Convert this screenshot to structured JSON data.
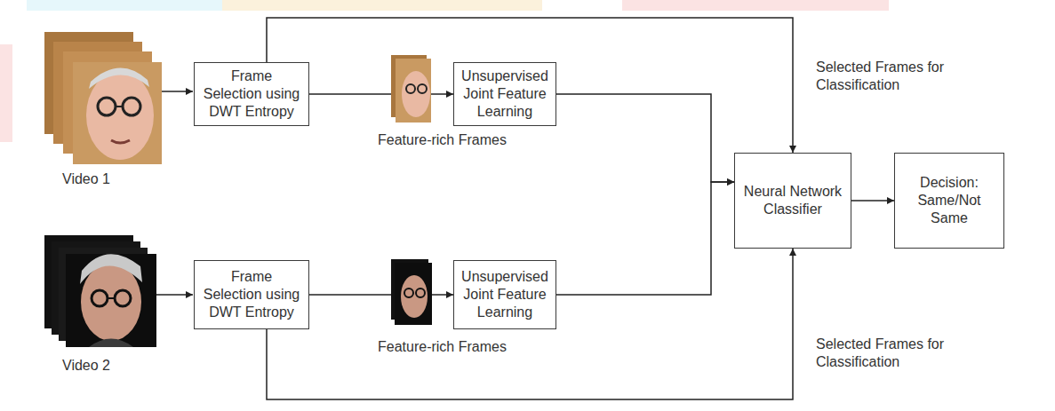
{
  "diagram": {
    "nodes": [
      {
        "text": [
          "Frame Selection using DWT Entropy"
        ]
      },
      {
        "text": [
          "Unsupervised Joint Feature Learning"
        ]
      },
      {
        "text": [
          "Neural Network Classifier"
        ]
      },
      {
        "text": [
          "Decision: Same/Not Same"
        ]
      },
      {
        "text": [
          "Frame Selection using DWT Entropy"
        ]
      },
      {
        "text": [
          "Unsupervised Joint Feature Learning"
        ]
      }
    ],
    "edges": [
      {
        "from": 0,
        "to": 1,
        "arrow": "to"
      },
      {
        "from": 1,
        "to": 2,
        "arrow": "to"
      },
      {
        "from": 0,
        "to": 2,
        "arrow": "to",
        "label": "Selected Frames for Classification"
      },
      {
        "from": 4,
        "to": 5,
        "arrow": "to"
      },
      {
        "from": 5,
        "to": 2,
        "arrow": "to"
      },
      {
        "from": 4,
        "to": 2,
        "arrow": "to",
        "label": "Selected Frames for Classification"
      },
      {
        "from": 2,
        "to": 3,
        "arrow": "to"
      }
    ],
    "labels": [
      "Video 1",
      "Feature-rich Frames",
      "Video 2",
      "Feature-rich Frames"
    ]
  }
}
